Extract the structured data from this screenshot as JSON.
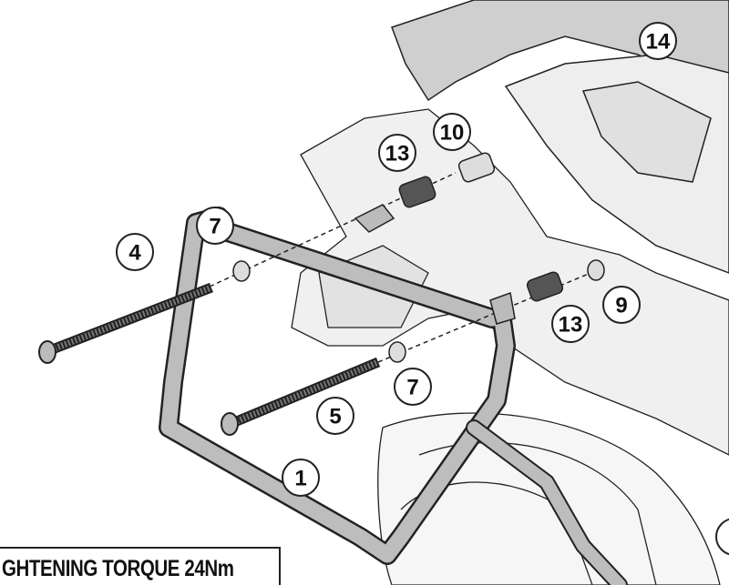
{
  "diagram": {
    "labels": {
      "l14": "14",
      "l10": "10",
      "l13a": "13",
      "l7a": "7",
      "l4": "4",
      "l9": "9",
      "l13b": "13",
      "l7b": "7",
      "l5": "5",
      "l1": "1"
    },
    "torque_note": "GHTENING TORQUE 24Nm"
  },
  "colors": {
    "frame": "#b8b8b8",
    "outline": "#222222",
    "bodywork": "#e6e6e6"
  }
}
